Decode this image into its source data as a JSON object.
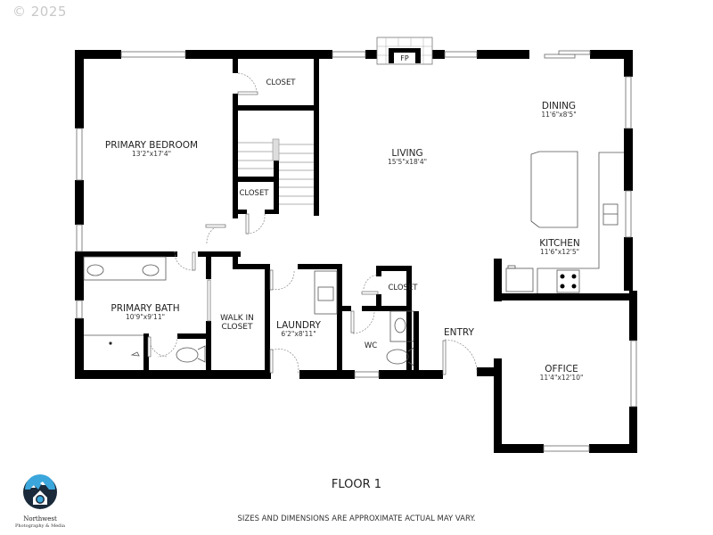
{
  "copyright": "© 2025",
  "plan": {
    "floor_label": "FLOOR 1",
    "disclaimer": "SIZES AND DIMENSIONS ARE APPROXIMATE ACTUAL MAY VARY.",
    "fireplace_label": "FP",
    "rooms": {
      "primary_bedroom": {
        "name": "PRIMARY BEDROOM",
        "dims": "13'2\"x17'4\""
      },
      "closet_top": {
        "name": "CLOSET"
      },
      "closet_stair": {
        "name": "CLOSET"
      },
      "living": {
        "name": "LIVING",
        "dims": "15'5\"x18'4\""
      },
      "dining": {
        "name": "DINING",
        "dims": "11'6\"x8'5\""
      },
      "kitchen": {
        "name": "KITCHEN",
        "dims": "11'6\"x12'5\""
      },
      "primary_bath": {
        "name": "PRIMARY BATH",
        "dims": "10'9\"x9'11\""
      },
      "walk_in_closet": {
        "name": "WALK IN CLOSET",
        "line1": "WALK IN",
        "line2": "CLOSET"
      },
      "laundry": {
        "name": "LAUNDRY",
        "dims": "6'2\"x8'11\""
      },
      "closet_wc": {
        "name": "CLOSET"
      },
      "wc": {
        "name": "WC"
      },
      "entry": {
        "name": "ENTRY"
      },
      "office": {
        "name": "OFFICE",
        "dims": "11'4\"x12'10\""
      }
    }
  },
  "logo": {
    "line1": "Northwest",
    "line2": "Photography & Media",
    "colors": {
      "sky": "#3aa6dc",
      "dark": "#1a2a3a"
    }
  },
  "colors": {
    "wall": "#000000",
    "fixture": "#555555",
    "background": "#ffffff"
  }
}
